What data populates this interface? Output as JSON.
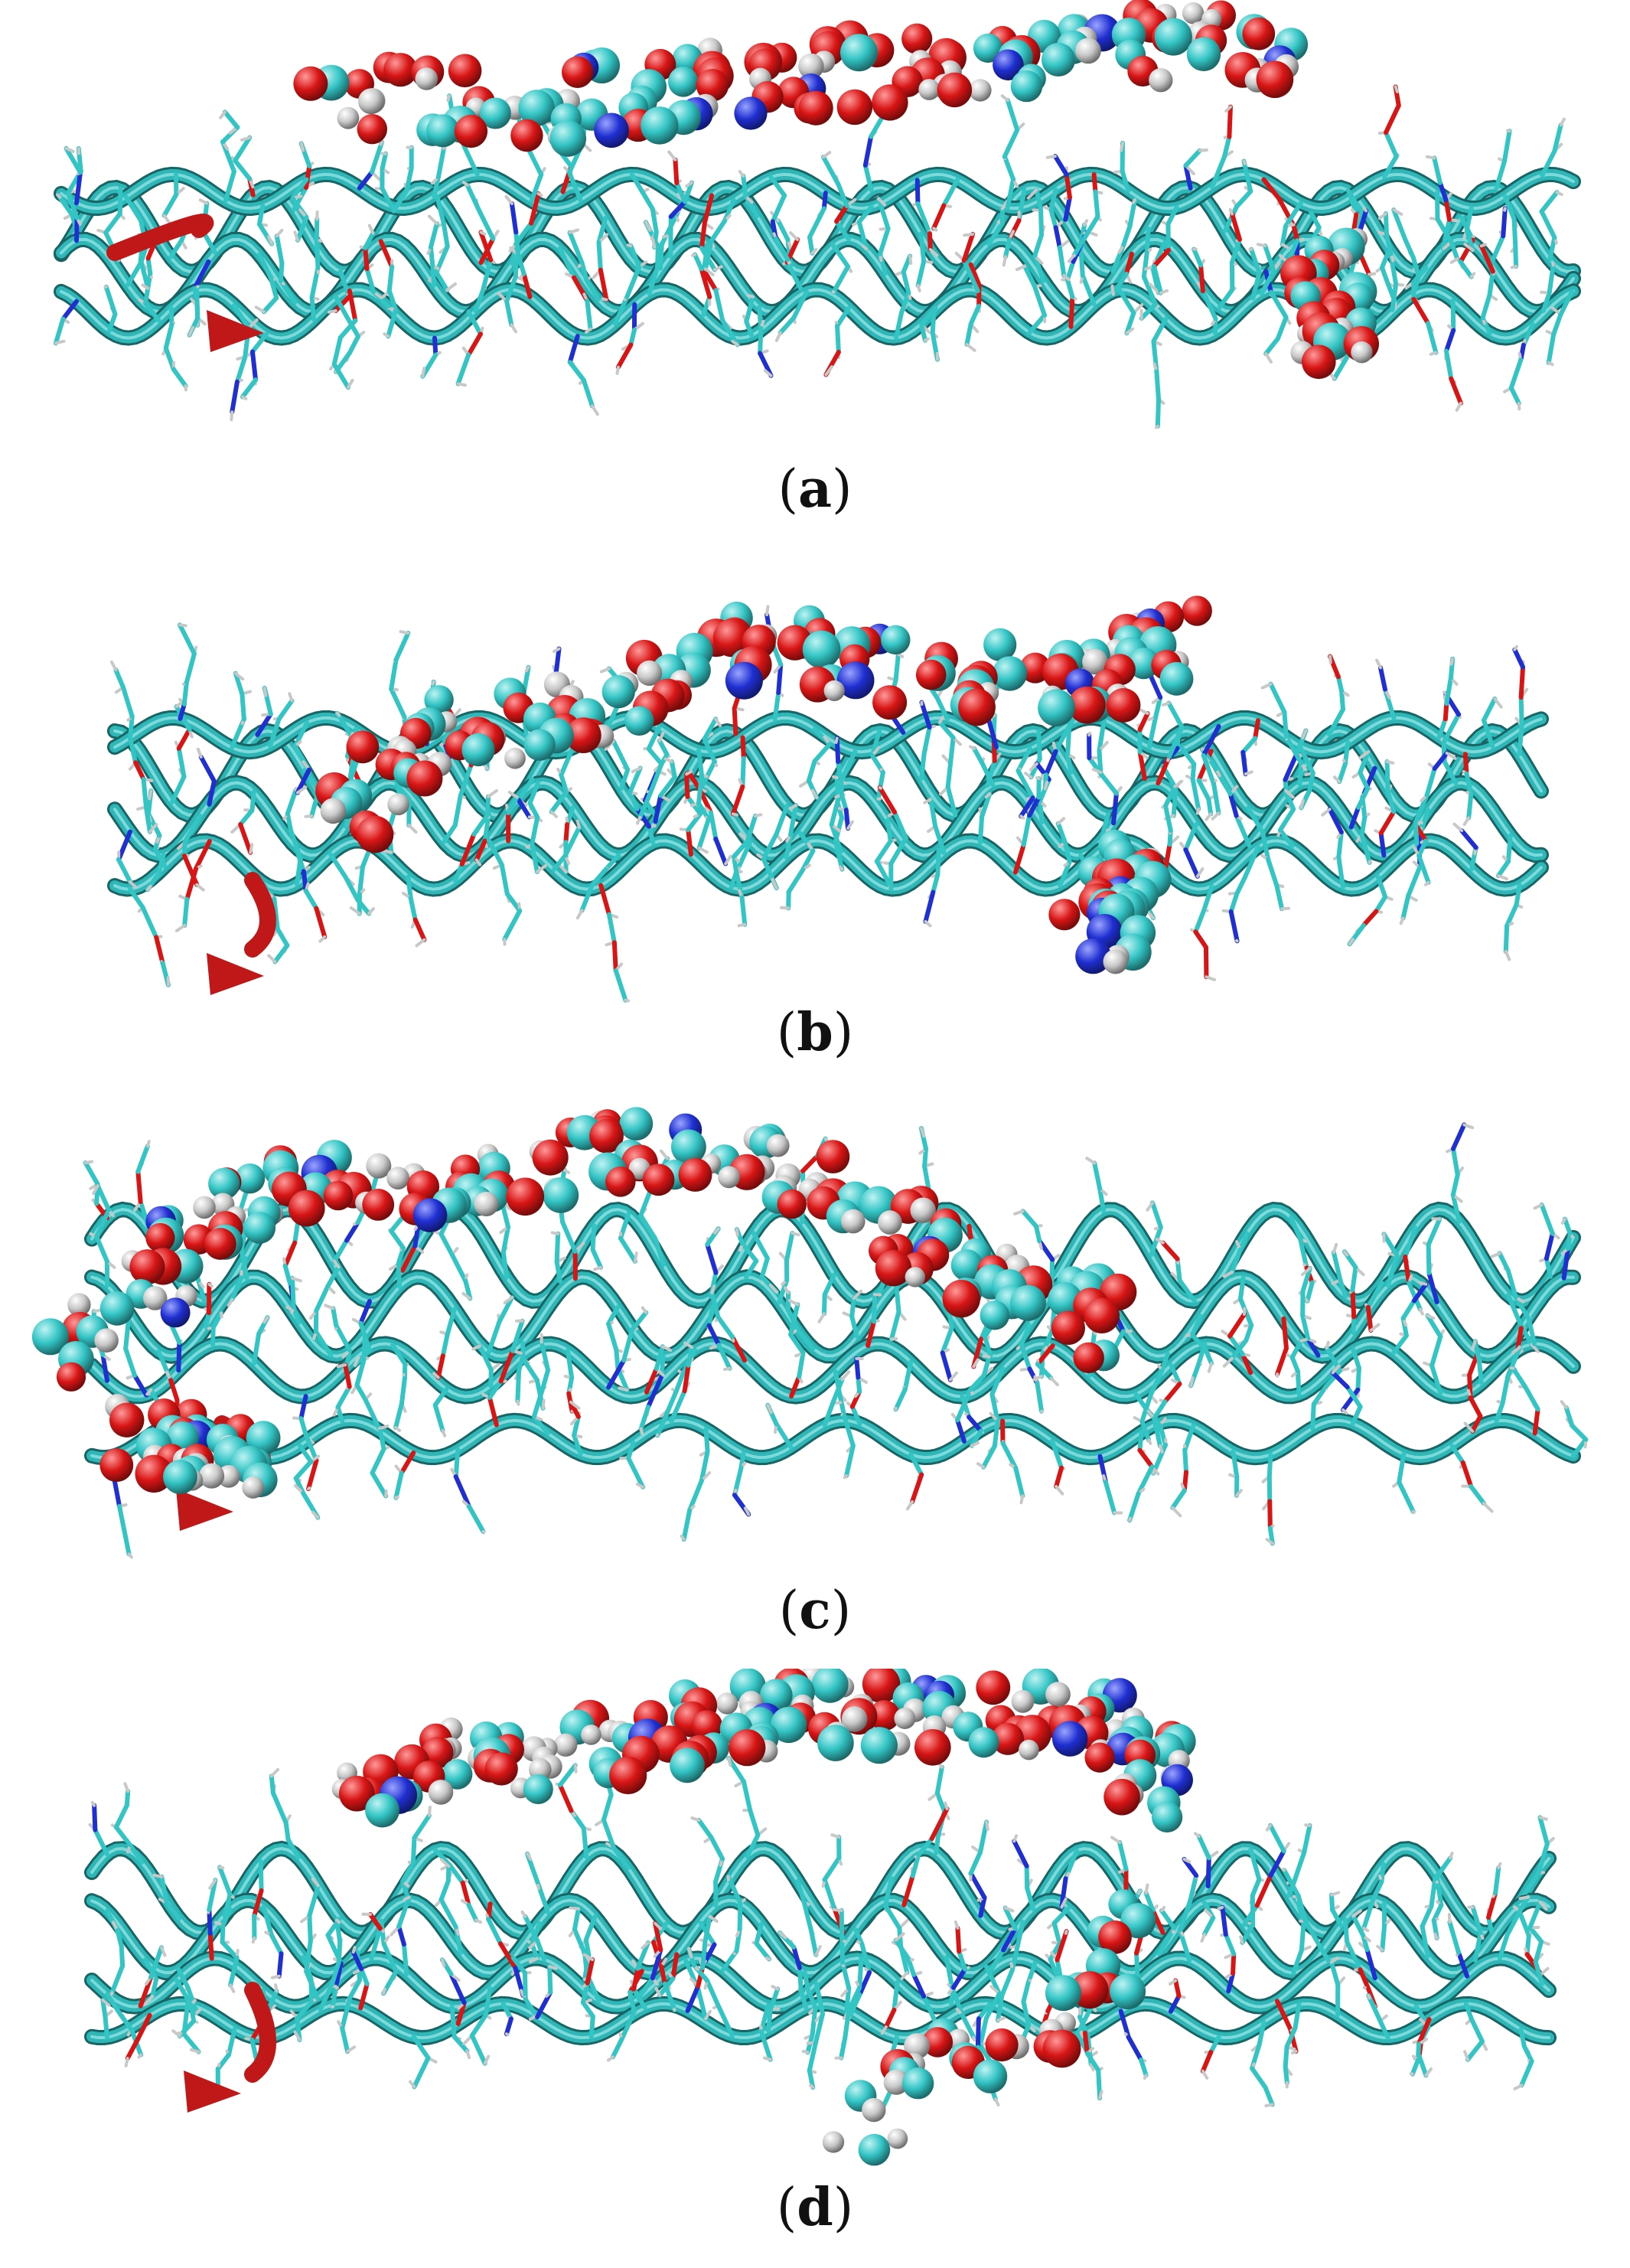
{
  "panels": [
    {
      "label_open": "(",
      "label": "a",
      "label_close": ")"
    },
    {
      "label_open": "(",
      "label": "b",
      "label_close": ")"
    },
    {
      "label_open": "(",
      "label": "c",
      "label_close": ")"
    },
    {
      "label_open": "(",
      "label": "d",
      "label_close": ")"
    }
  ],
  "colors": {
    "carbon": "#33c4c4",
    "oxygen": "#d81515",
    "hydrogen": "#c8c8c8",
    "nitrogen": "#1f2fd0",
    "helix_ribbon": "#2fb6b6",
    "beta_strand": "#c01818"
  },
  "panel_specs": [
    {
      "sphereCount": 150,
      "helixCount": 4,
      "seed": 11
    },
    {
      "sphereCount": 150,
      "helixCount": 4,
      "seed": 23
    },
    {
      "sphereCount": 190,
      "helixCount": 4,
      "seed": 37
    },
    {
      "sphereCount": 180,
      "helixCount": 4,
      "seed": 53
    }
  ]
}
